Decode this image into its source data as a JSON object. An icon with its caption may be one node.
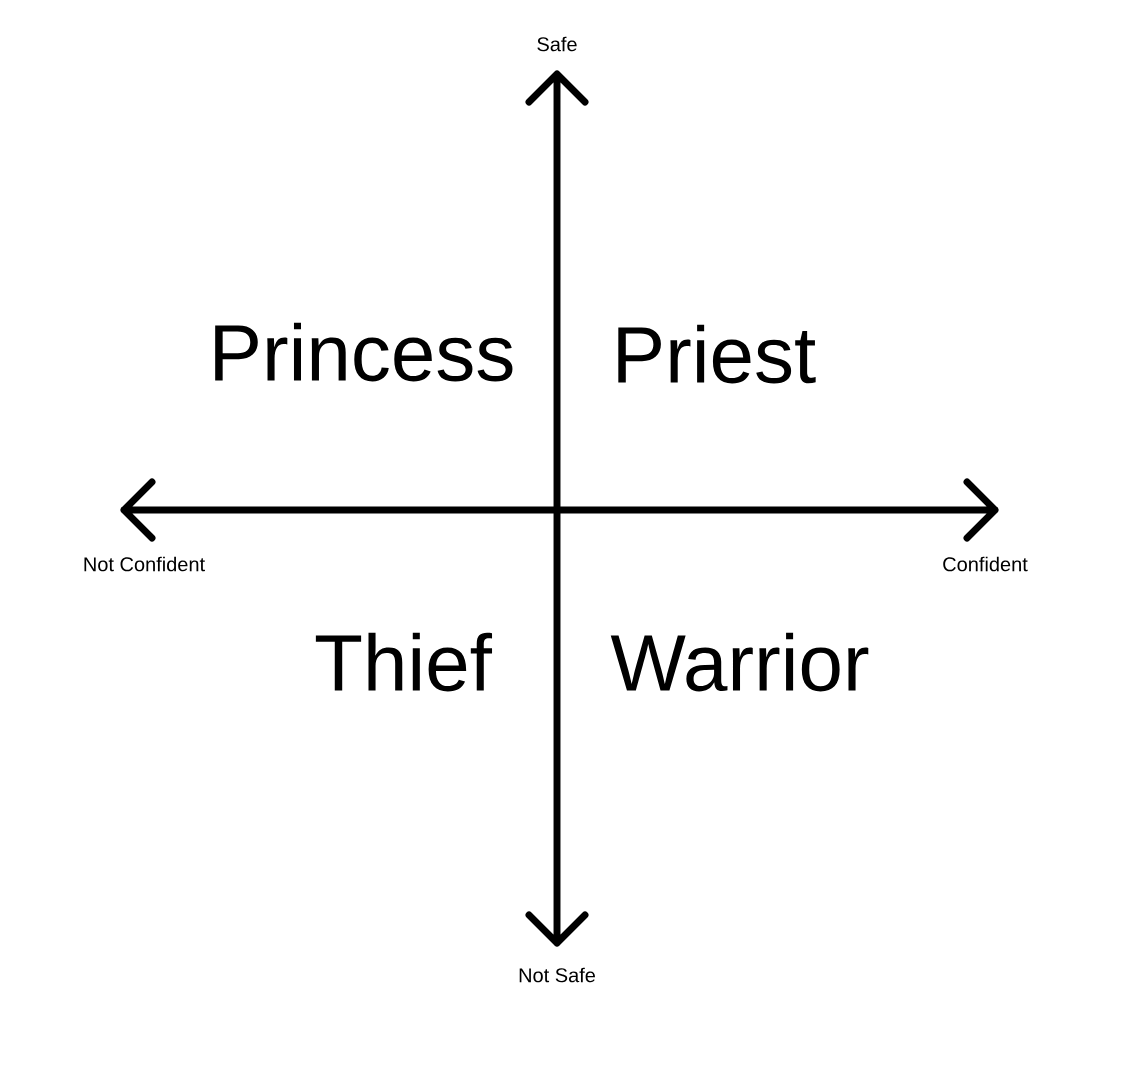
{
  "diagram": {
    "labels": [
      "Safe",
      "Princess",
      "Priest",
      "Not Confident",
      "Confident",
      "Thief",
      "Warrior",
      "Not Safe"
    ]
  }
}
